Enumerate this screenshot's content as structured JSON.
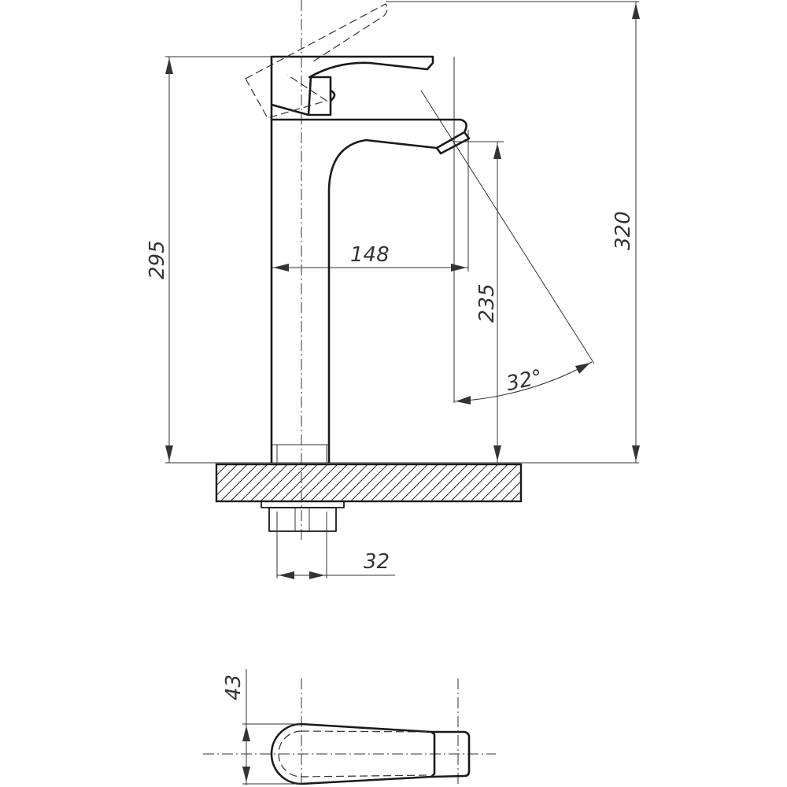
{
  "drawing": {
    "title": "Basin faucet dimensional drawing",
    "dimensions": {
      "total_height": "320",
      "handle_height": "295",
      "spout_reach": "148",
      "spout_height": "235",
      "lever_angle": "32°",
      "connection_diameter": "32",
      "plan_width": "43"
    }
  }
}
